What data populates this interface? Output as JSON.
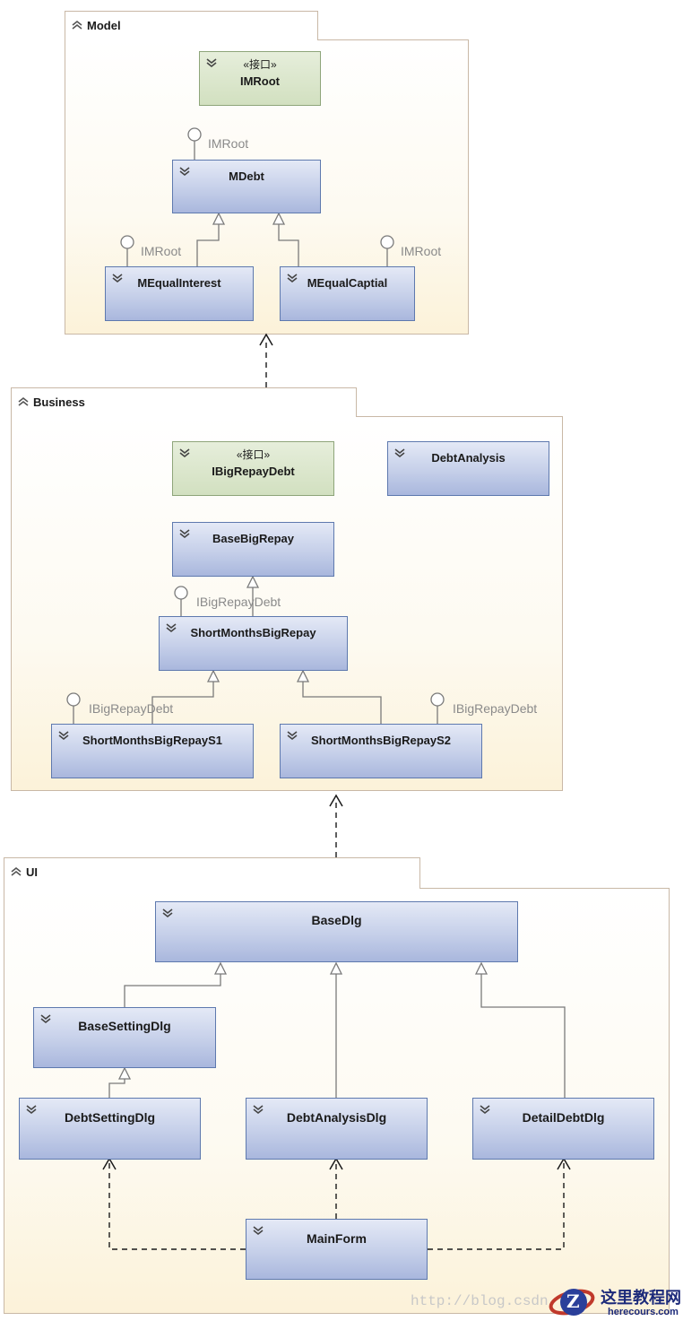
{
  "packages": {
    "model": "Model",
    "business": "Business",
    "ui": "UI"
  },
  "stereotype": "«接口»",
  "model": {
    "imroot": "IMRoot",
    "mdebt": "MDebt",
    "mequalinterest": "MEqualInterest",
    "mequalcaptial": "MEqualCaptial",
    "lollipop": "IMRoot"
  },
  "business": {
    "ibigrepaydebt": "IBigRepayDebt",
    "debtanalysis": "DebtAnalysis",
    "basebigrepay": "BaseBigRepay",
    "shortmonthsbigrepay": "ShortMonthsBigRepay",
    "s1": "ShortMonthsBigRepayS1",
    "s2": "ShortMonthsBigRepayS2",
    "lollipop": "IBigRepayDebt"
  },
  "ui": {
    "basedlg": "BaseDlg",
    "basesettingdlg": "BaseSettingDlg",
    "debtsettingdlg": "DebtSettingDlg",
    "debtanalysisdlg": "DebtAnalysisDlg",
    "detaildebtdlg": "DetailDebtDlg",
    "mainform": "MainForm"
  },
  "watermark": {
    "url": "http://blog.csdn",
    "logo_title": "这里教程网",
    "logo_sub": "herecours.com",
    "logo_letter": "Z"
  },
  "colors": {
    "class_fill": "#c5cfe9",
    "class_border": "#5e79ae",
    "interface_fill": "#d2e0c0",
    "package_fill": "#fdf6e3",
    "package_border": "#c9b8a6"
  }
}
